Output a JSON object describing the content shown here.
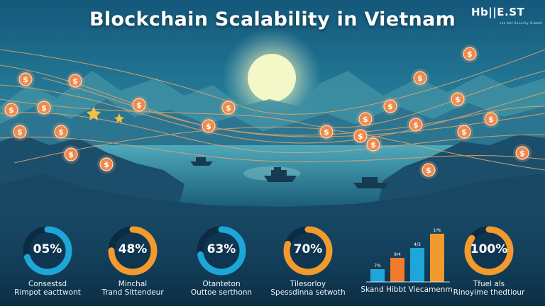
{
  "header": {
    "title": "Blockchain Scalability in Vietnam",
    "logo_text": "Hb||E.ST",
    "logo_tagline": "can Hot Security Growth"
  },
  "stats": [
    {
      "value": "05%",
      "fraction": 0.7,
      "label_line1": "Consestsd",
      "label_line2": "Rimpot eacttwont",
      "accent": "#1fa6d9"
    },
    {
      "value": "48%",
      "fraction": 0.75,
      "label_line1": "Minchal",
      "label_line2": "Trand Sittendeur",
      "accent": "#f29a2e"
    },
    {
      "value": "63%",
      "fraction": 0.72,
      "label_line1": "Otanteton",
      "label_line2": "Outtoe serthonn",
      "accent": "#1fa6d9"
    },
    {
      "value": "70%",
      "fraction": 0.8,
      "label_line1": "Tilesorloy",
      "label_line2": "Spessdinna setwoth",
      "accent": "#f29a2e"
    },
    {
      "value": "100%",
      "fraction": 0.85,
      "label_line1": "Tfuel als",
      "label_line2": "Rinoyime thedtiour",
      "accent": "#f29a2e"
    }
  ],
  "bar_chart": {
    "label": "Skand Hibbt Viecamenm",
    "bars": [
      {
        "value_label": "7%",
        "value": 18,
        "color": "#1fa6d9"
      },
      {
        "value_label": "9/4",
        "value": 34,
        "color": "#f27a2e"
      },
      {
        "value_label": "4/3",
        "value": 48,
        "color": "#1fa6d9"
      },
      {
        "value_label": "1/%",
        "value": 68,
        "color": "#f29a2e"
      }
    ]
  },
  "colors": {
    "sky_top": "#1c6b8d",
    "sky_bottom": "#5fb7c2",
    "water": "#1c6d8a",
    "mountains_far": "#3f8fa2",
    "mountains_near": "#1b4e6b",
    "coin": "#f08a4c",
    "moon": "#f4f7c8",
    "network_line": "#e0a46a"
  }
}
